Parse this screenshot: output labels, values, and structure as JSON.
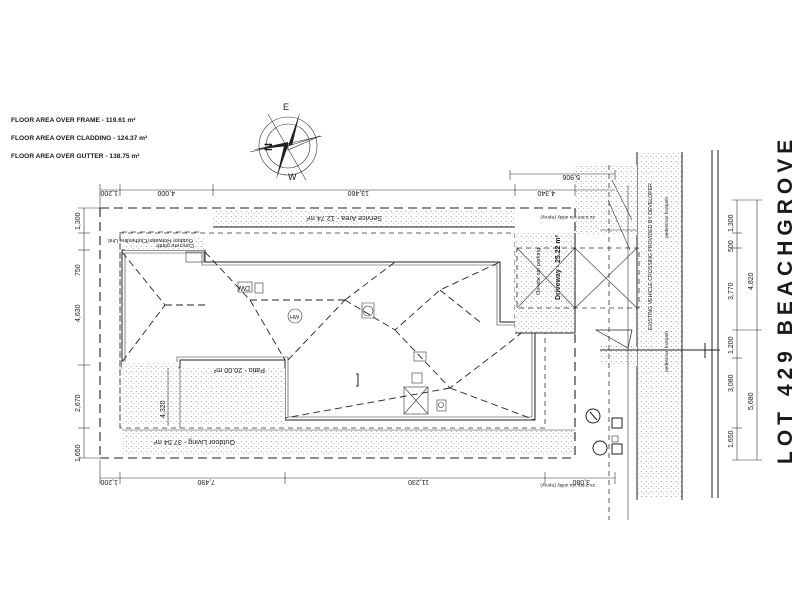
{
  "notes": {
    "frame": "FLOOR AREA OVER FRAME - 119.61 m²",
    "cladding": "FLOOR AREA OVER CLADDING - 124.37 m²",
    "gutter": "FLOOR AREA OVER GUTTER - 138.75 m²"
  },
  "compass": {
    "n": "N",
    "e": "E",
    "w": "W"
  },
  "lot_title": "LOT 429 BEACHGROVE",
  "areas": {
    "service": "Service Area - 12.74 m²",
    "clothes": "Outdoor Hotwater/Clothesline Unit",
    "concrete": "Concrete plinth",
    "driveway": "Driveway - 25.22 m²",
    "carpark": "On-site car parking",
    "patio": "Patio - 20.00 m²",
    "outdoor": "Outdoor Living - 37.54 m²"
  },
  "labels": {
    "dw": "DW",
    "hw": "HW",
    "easement_top": "2x 2.5m Via utility (Spray)",
    "easement_bottom": "2x 2.5m Via utility (Spray)",
    "footpath_top": "pedestrian footpath",
    "footpath_bottom": "pedestrian footpath",
    "crossing": "EXISTING VEHICLE CROSSING PROVIDED BY DEVELOPER"
  },
  "dims": {
    "top_a": "1,200",
    "top_b": "4,000",
    "top_c": "13,460",
    "top_d": "4,340",
    "top_e": "5,906",
    "bot_a": "1,200",
    "bot_b": "7,490",
    "bot_c": "11,230",
    "bot_d": "3,080",
    "left_a": "1,300",
    "left_b": "750",
    "left_c": "4,630",
    "left_d": "2,670",
    "left_e": "1,650",
    "patio_h": "4,320",
    "right_a": "1,300",
    "right_b": "500",
    "right_c": "3,770",
    "right_d": "1,200",
    "right_e": "3,080",
    "right_f": "1,650",
    "right_g": "4,820",
    "right_h": "5,680"
  }
}
